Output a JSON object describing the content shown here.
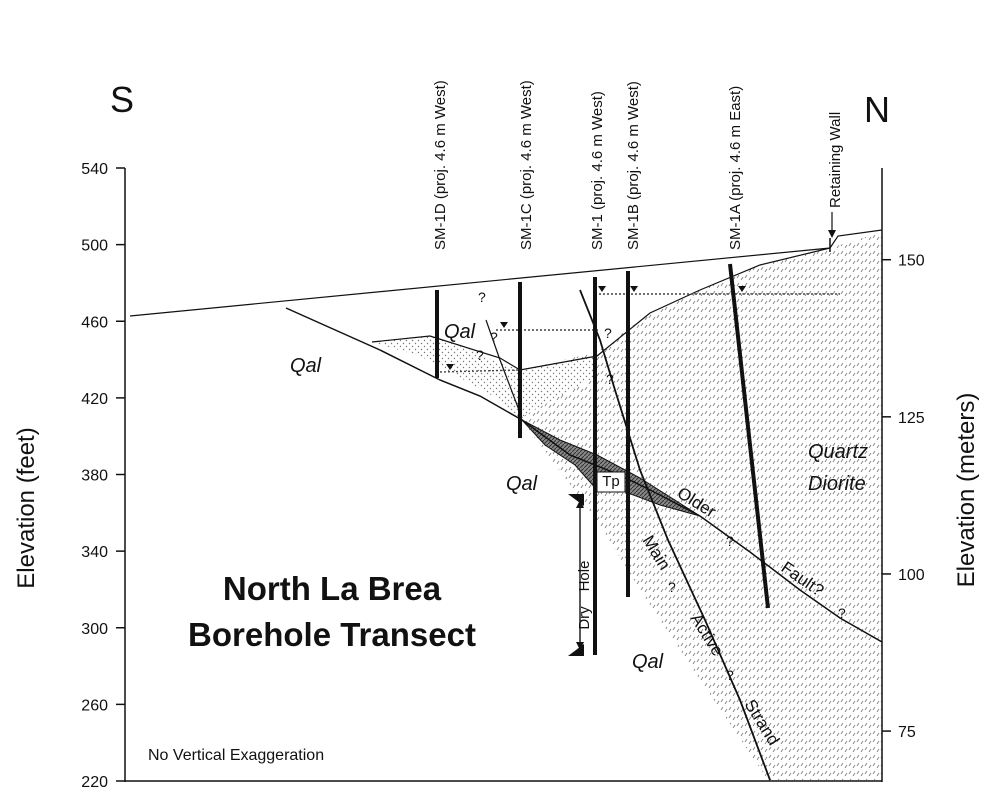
{
  "compass": {
    "left": "S",
    "right": "N"
  },
  "axes": {
    "left_label": "Elevation (feet)",
    "right_label": "Elevation (meters)",
    "left_ticks": [
      "540",
      "500",
      "460",
      "420",
      "380",
      "340",
      "300",
      "260",
      "220"
    ],
    "right_ticks": [
      "150",
      "125",
      "100",
      "75"
    ]
  },
  "boreholes": [
    {
      "label": "SM-1D (proj. 4.6 m West)"
    },
    {
      "label": "SM-1C (proj. 4.6 m West)"
    },
    {
      "label": "SM-1 (proj. 4.6 m West)"
    },
    {
      "label": "SM-1B (proj. 4.6 m West)"
    },
    {
      "label": "SM-1A (proj. 4.6 m East)"
    }
  ],
  "annotations": {
    "retaining_wall": "Retaining Wall",
    "dry_hole_1": "Dry",
    "dry_hole_2": "Hole",
    "tp": "Tp",
    "question_mark": "?"
  },
  "units": {
    "qal_left": "Qal",
    "qal_upper": "Qal",
    "qal_middle": "Qal",
    "qal_lower": "Qal",
    "quartz": "Quartz",
    "diorite": "Diorite"
  },
  "faults": {
    "older_fault": [
      "Older",
      "Fault?"
    ],
    "main_strand": [
      "Main",
      "Active",
      "Strand"
    ]
  },
  "title": {
    "line1": "North La Brea",
    "line2": "Borehole Transect"
  },
  "note": "No Vertical Exaggeration"
}
